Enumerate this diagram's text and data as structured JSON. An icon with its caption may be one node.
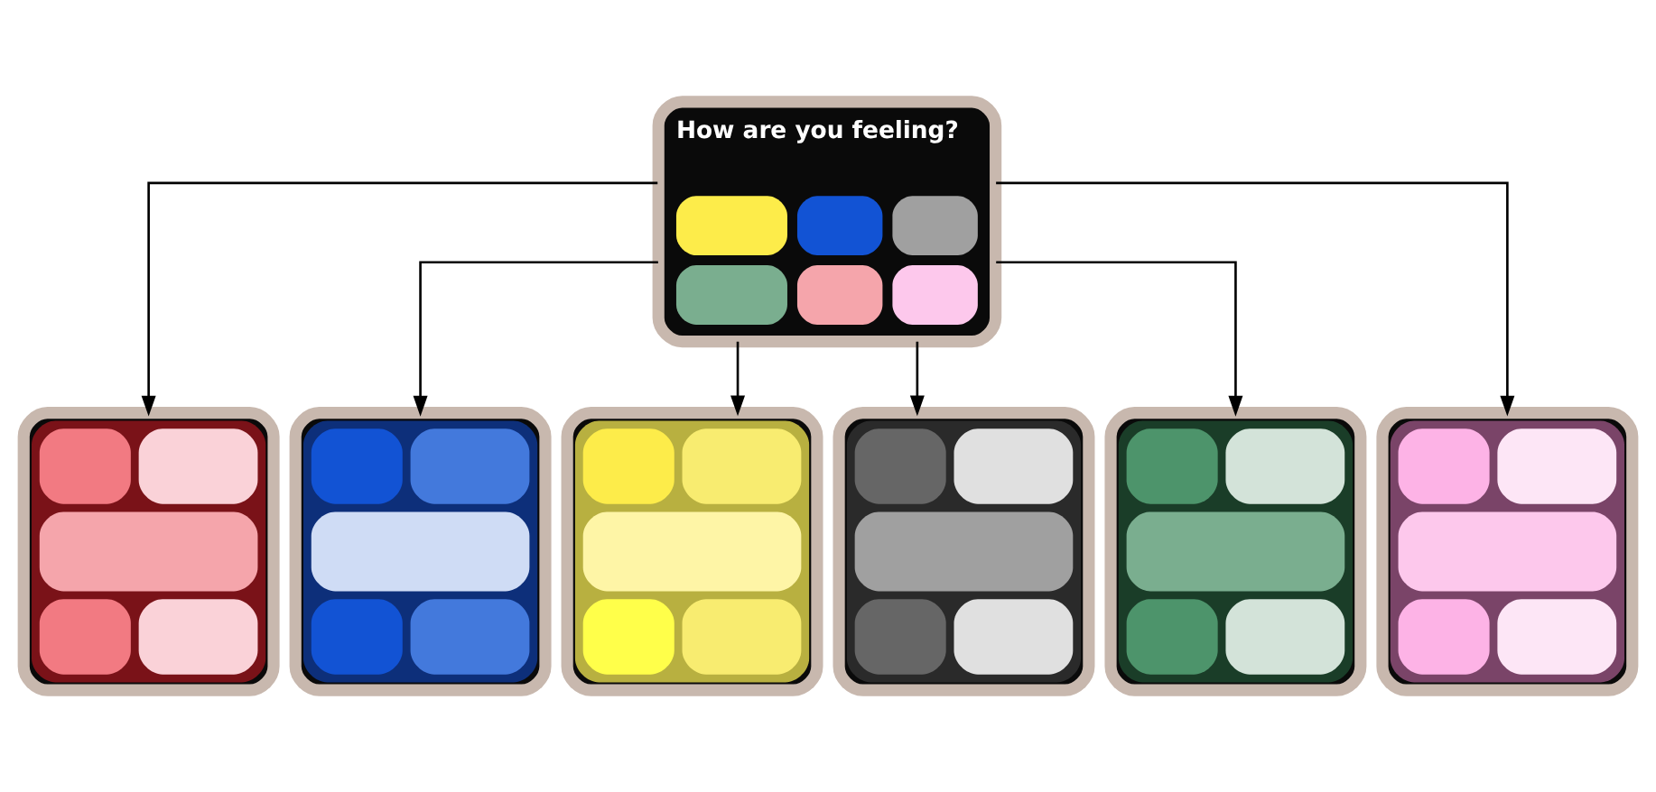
{
  "diagram": {
    "nodes": [
      {
        "text": [
          "How are you feeling?"
        ]
      },
      {
        "text": [],
        "shape": "box"
      },
      {
        "text": [],
        "shape": "box"
      },
      {
        "text": [],
        "shape": "box"
      },
      {
        "text": [],
        "shape": "box"
      },
      {
        "text": [],
        "shape": "box"
      },
      {
        "text": [],
        "shape": "box"
      }
    ],
    "edges": [
      {
        "from": 0,
        "to": 1,
        "arrow": "to"
      },
      {
        "from": 0,
        "to": 2,
        "arrow": "to"
      },
      {
        "from": 0,
        "to": 3,
        "arrow": "to"
      },
      {
        "from": 0,
        "to": 4,
        "arrow": "to"
      },
      {
        "from": 0,
        "to": 5,
        "arrow": "to"
      },
      {
        "from": 0,
        "to": 6,
        "arrow": "to"
      }
    ]
  }
}
